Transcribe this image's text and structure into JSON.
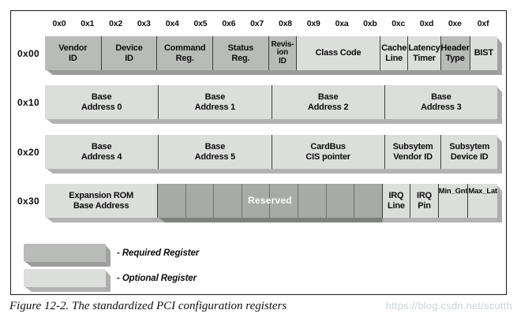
{
  "figure": {
    "caption": "Figure 12-2. The standardized PCI configuration registers",
    "watermark": "https://blog.csdn.net/scutth"
  },
  "colors": {
    "required_register": "#b9bbb9",
    "optional_register": "#dcdedc",
    "reserved_block": "#a8aaa8",
    "frame_border": "#1b1b1b",
    "watermark_text": "#ccd3da"
  },
  "byte_headers": [
    "0x0",
    "0x1",
    "0x2",
    "0x3",
    "0x4",
    "0x5",
    "0x6",
    "0x7",
    "0x8",
    "0x9",
    "0xa",
    "0xb",
    "0xc",
    "0xd",
    "0xe",
    "0xf"
  ],
  "rows": [
    {
      "offset": "0x00",
      "cells": [
        {
          "label": "Vendor\nID",
          "bytes": 2,
          "type": "required"
        },
        {
          "label": "Device\nID",
          "bytes": 2,
          "type": "required"
        },
        {
          "label": "Command\nReg.",
          "bytes": 2,
          "type": "required"
        },
        {
          "label": "Status\nReg.",
          "bytes": 2,
          "type": "required"
        },
        {
          "label": "Revis-\nion\nID",
          "bytes": 1,
          "type": "required"
        },
        {
          "label": "Class Code",
          "bytes": 3,
          "type": "optional"
        },
        {
          "label": "Cache\nLine",
          "bytes": 1,
          "type": "optional"
        },
        {
          "label": "Latency\nTimer",
          "bytes": 1,
          "type": "optional"
        },
        {
          "label": "Header\nType",
          "bytes": 1,
          "type": "required"
        },
        {
          "label": "BIST",
          "bytes": 1,
          "type": "optional"
        }
      ]
    },
    {
      "offset": "0x10",
      "cells": [
        {
          "label": "Base\nAddress 0",
          "bytes": 4,
          "type": "optional"
        },
        {
          "label": "Base\nAddress 1",
          "bytes": 4,
          "type": "optional"
        },
        {
          "label": "Base\nAddress 2",
          "bytes": 4,
          "type": "optional"
        },
        {
          "label": "Base\nAddress 3",
          "bytes": 4,
          "type": "optional"
        }
      ]
    },
    {
      "offset": "0x20",
      "cells": [
        {
          "label": "Base\nAddress 4",
          "bytes": 4,
          "type": "optional"
        },
        {
          "label": "Base\nAddress 5",
          "bytes": 4,
          "type": "optional"
        },
        {
          "label": "CardBus\nCIS pointer",
          "bytes": 4,
          "type": "optional"
        },
        {
          "label": "Subsytem\nVendor ID",
          "bytes": 2,
          "type": "optional"
        },
        {
          "label": "Subsytem\nDevice ID",
          "bytes": 2,
          "type": "optional"
        }
      ]
    },
    {
      "offset": "0x30",
      "cells": [
        {
          "label": "Expansion ROM\nBase Address",
          "bytes": 4,
          "type": "optional"
        },
        {
          "label": "Reserved",
          "bytes": 8,
          "type": "reserved"
        },
        {
          "label": "IRQ\nLine",
          "bytes": 1,
          "type": "optional"
        },
        {
          "label": "IRQ\nPin",
          "bytes": 1,
          "type": "optional"
        },
        {
          "label": "Min_Gnt",
          "bytes": 1,
          "type": "optional"
        },
        {
          "label": "Max_Lat",
          "bytes": 1,
          "type": "optional"
        }
      ]
    }
  ],
  "legend": {
    "items": [
      {
        "swatch": "required",
        "label": "- Required Register"
      },
      {
        "swatch": "optional",
        "label": "- Optional Register"
      }
    ]
  }
}
